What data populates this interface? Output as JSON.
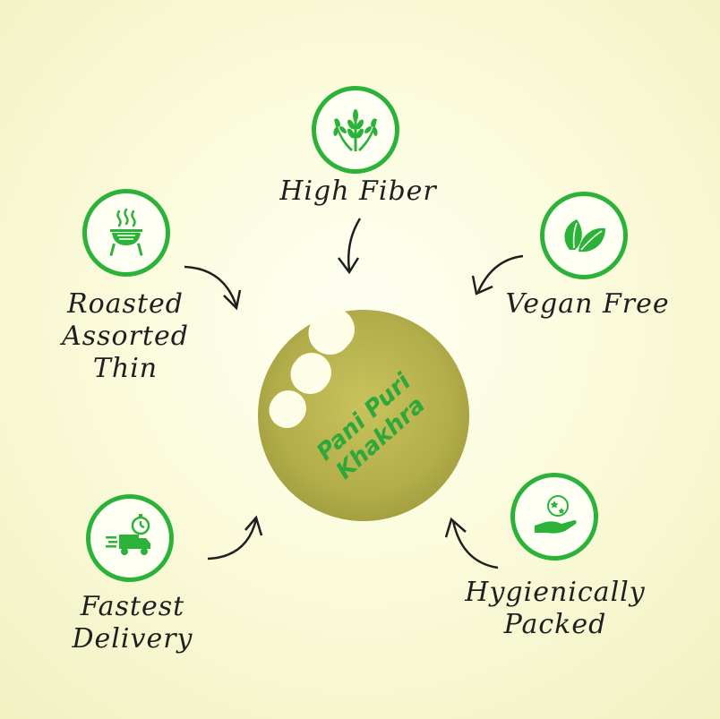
{
  "product": {
    "line1": "Pani Puri",
    "line2": "Khakhra"
  },
  "features": {
    "high_fiber": "High Fiber",
    "vegan": "Vegan Free",
    "roasted_line1": "Roasted",
    "roasted_line2": "Assorted",
    "roasted_line3": "Thin",
    "delivery_line1": "Fastest",
    "delivery_line2": "Delivery",
    "hygiene_line1": "Hygienically",
    "hygiene_line2": "Packed"
  },
  "colors": {
    "accent_green": "#2bb239",
    "background": "#fbfbdc",
    "khakhra": "#b6b24f",
    "text": "#1f1f1f"
  },
  "icons": [
    "wheat-icon",
    "leaf-icon",
    "grill-icon",
    "delivery-truck-icon",
    "hand-stars-icon"
  ]
}
